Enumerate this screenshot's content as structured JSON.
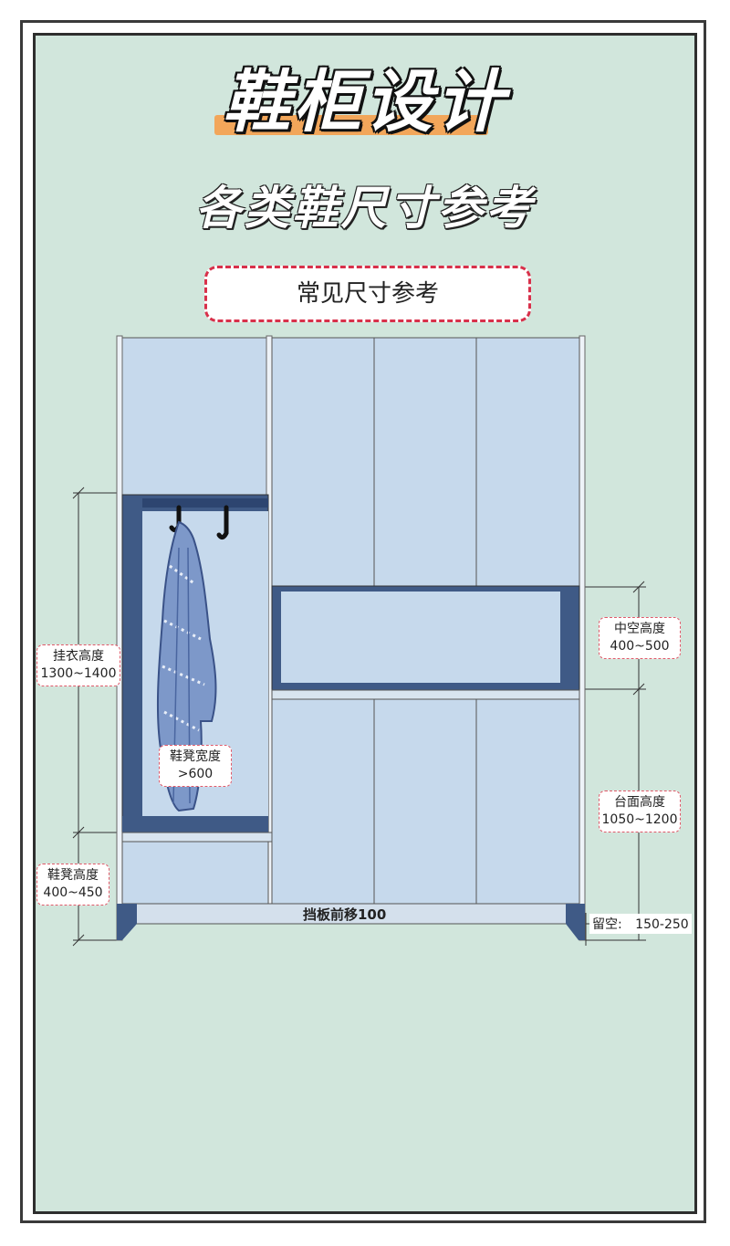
{
  "title": "鞋柜设计",
  "subtitle": "各类鞋尺寸参考",
  "reference_box": "常见尺寸参考",
  "labels": {
    "hanging_height": {
      "line1": "挂衣高度",
      "line2": "1300~1400"
    },
    "bench_width": {
      "line1": "鞋凳宽度",
      "line2": ">600"
    },
    "bench_height": {
      "line1": "鞋凳高度",
      "line2": "400~450"
    },
    "hollow_height": {
      "line1": "中空高度",
      "line2": "400~500"
    },
    "counter_height": {
      "line1": "台面高度",
      "line2": "1050~1200"
    },
    "baseboard_offset": "挡板前移100",
    "clearance": {
      "prefix": "留空:",
      "value": "150-250"
    }
  },
  "colors": {
    "background": "#d1e6dc",
    "panel": "#c6d9ec",
    "niche": "#3f5a86",
    "accent_dash": "#d8304a",
    "underline": "#f2a65a"
  }
}
